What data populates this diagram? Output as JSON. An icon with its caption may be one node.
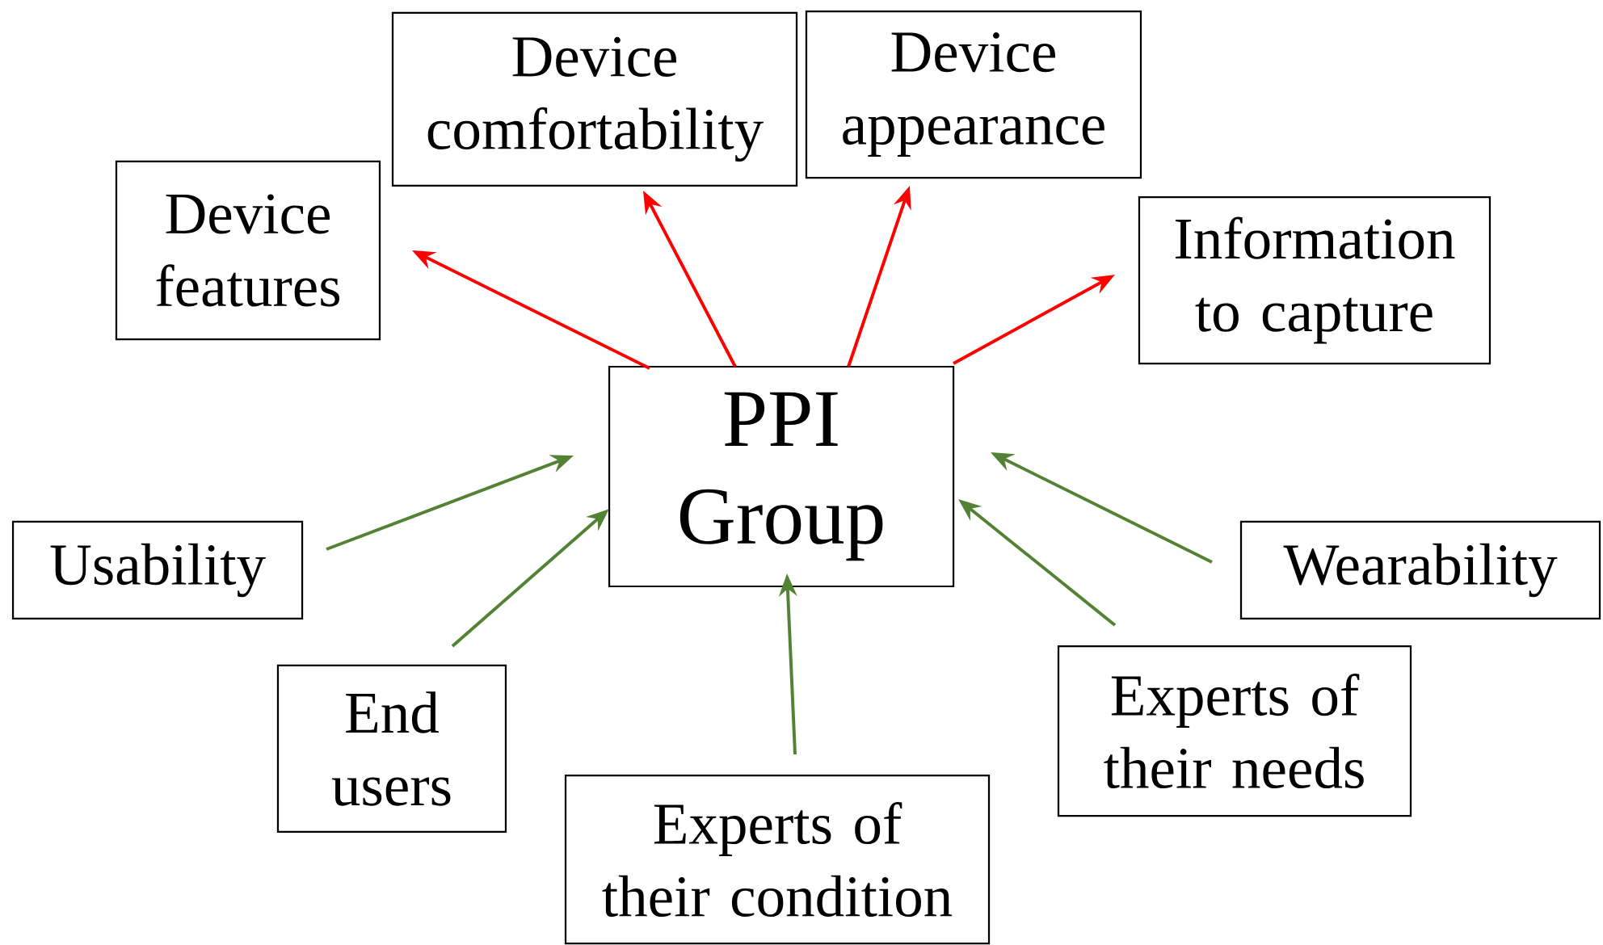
{
  "diagram": {
    "nodes": [
      {
        "text": [
          "Device comfortability"
        ]
      },
      {
        "text": [
          "Device appearance"
        ]
      },
      {
        "text": [
          "Device features"
        ]
      },
      {
        "text": [
          "Information to capture"
        ]
      },
      {
        "text": [
          "PPI Group"
        ]
      },
      {
        "text": [
          "Usability"
        ]
      },
      {
        "text": [
          "Wearability"
        ]
      },
      {
        "text": [
          "End users"
        ]
      },
      {
        "text": [
          "Experts of their needs"
        ]
      },
      {
        "text": [
          "Experts of their condition"
        ]
      }
    ],
    "edges": [
      {
        "from": 4,
        "to": 2,
        "arrow": "to",
        "color": "#ff0000"
      },
      {
        "from": 4,
        "to": 0,
        "arrow": "to",
        "color": "#ff0000"
      },
      {
        "from": 4,
        "to": 1,
        "arrow": "to",
        "color": "#ff0000"
      },
      {
        "from": 4,
        "to": 3,
        "arrow": "to",
        "color": "#ff0000"
      },
      {
        "from": 5,
        "to": 4,
        "arrow": "to"
      },
      {
        "from": 7,
        "to": 4,
        "arrow": "to"
      },
      {
        "from": 9,
        "to": 4,
        "arrow": "to"
      },
      {
        "from": 8,
        "to": 4,
        "arrow": "to"
      },
      {
        "from": 6,
        "to": 4,
        "arrow": "to"
      }
    ]
  }
}
